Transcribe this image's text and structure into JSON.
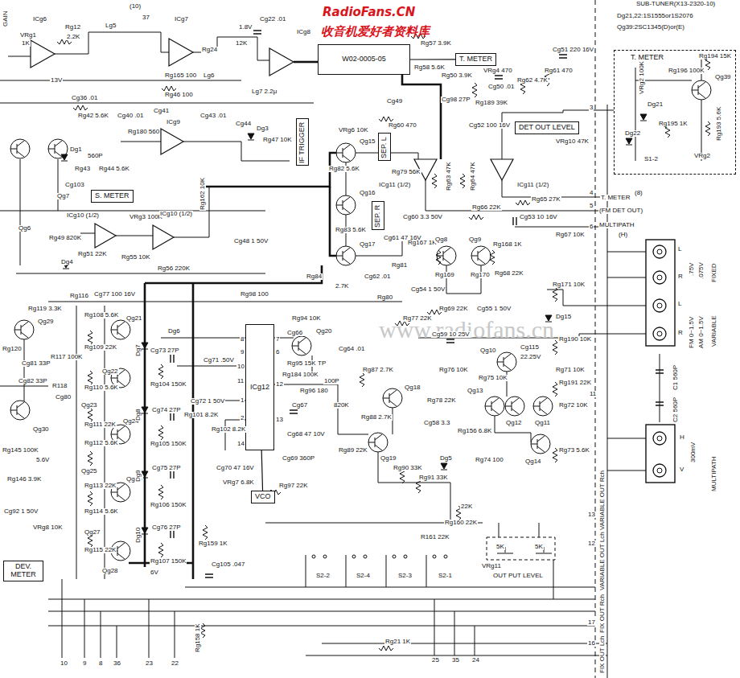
{
  "diagram": {
    "nodes": [
      {
        "text": [
          "W02-0005-05"
        ]
      },
      {
        "text": [
          "T. METER"
        ]
      },
      {
        "text": [
          "ICg12"
        ]
      },
      {
        "text": [
          "VCO"
        ]
      },
      {
        "text": [
          "S. METER"
        ]
      },
      {
        "text": [
          "DEV. METER"
        ]
      },
      {
        "text": [
          "T. METER"
        ]
      },
      {
        "text": [
          "DET OUT LEVEL"
        ]
      },
      {
        "text": [
          "IF TRIGGER"
        ]
      },
      {
        "text": [
          "SEP. L"
        ]
      },
      {
        "text": [
          "SEP. R"
        ]
      }
    ],
    "edges": [
      {
        "from": 0,
        "to": 6,
        "arrow": "none"
      },
      {
        "from": 3,
        "to": 2,
        "arrow": "none"
      }
    ],
    "labels": [
      "RadioFans.CN",
      "收音机爱好者资料库",
      "www.radiofans.cn",
      "SUB-TUNER(X13-2320-10)",
      "Dg21,22:1S1555or1S2076",
      "Qg39:2SC1345(D)or(E)",
      "GAIN",
      "VRg1",
      "1K",
      "ICg6",
      "Rg12",
      "2.2K",
      "Lg5",
      "(10)",
      "37",
      "ICg7",
      "12K",
      "1.8V",
      "Cg22 .01",
      "ICg8",
      "13V",
      "Lg6",
      "Rg24",
      "Rg165 100",
      "Lg7 2.2μ",
      "Rg46 100",
      "Cg36 .01",
      "Rg42 5.6K",
      "Cg40 .01",
      "Cg41",
      "ICg9",
      "Cg43 .01",
      "Cg44",
      "Dg3",
      "Rg47 10K",
      "Dg1",
      "560P",
      "Rg43",
      "Rg44 5.6K",
      "Rg180 560",
      "Qg7",
      "Qg6",
      "Cg103",
      "ICg10 (1/2)",
      "VRg3 100K",
      "Rg49 820K",
      "Rg51 22K",
      "Rg55 10K",
      "ICg10 (1/2)",
      "Rg162 10K",
      "Rg56 220K",
      "Cg48 1 50V",
      "Dg4",
      "Rg116",
      "Cg77 100 16V",
      "Rg98 100",
      "Qg29",
      "Qg21",
      "Rg119 3.3K",
      "Rg108 5.6K",
      "Rg109 22K",
      "Qg22",
      "Rg110 5.6K",
      "Qg23",
      "Rg111 22K",
      "Qg24",
      "Rg112 5.6K",
      "Qg25",
      "Rg113 22K",
      "Qg26",
      "Rg114 5.6K",
      "Qg27",
      "Rg115 22K",
      "Qg28",
      "Dg7",
      "Dg8",
      "Dg9",
      "Dg10",
      "Dg6",
      "Cg73 27P",
      "Rg104 150K",
      "Cg74 27P",
      "Rg105 150K",
      "Cg75 27P",
      "Rg106 150K",
      "Cg76 27P",
      "Rg107 150K",
      "6V",
      "Cg71 .50V",
      "Cg72 1 50V",
      "Rg101 8.2K",
      "Rg102 8.2K",
      "Qg30",
      "Cg80",
      "Cg81 33P",
      "R117 100K",
      "Cg82 33P",
      "R118",
      "Rg120",
      "5.6V",
      "Rg145 100K",
      "Rg146 3.9K",
      "Cg92 1 50V",
      "VRg8 10K",
      "Rg94 10K",
      "Qg20",
      "Cg66",
      "Rg95 15K",
      "Rg184 100K",
      "TP",
      "Cg64 .01",
      "Rg96 180",
      "Cg67",
      "Cg68 47 10V",
      "Rg87 2.7K",
      "Qg18",
      "Rg88 2.7K",
      "Rg89 22K",
      "Qg19",
      "820K",
      "100P",
      "Rg90 33K",
      "Rg91 33K",
      "Cg69 360P",
      "Cg70 47 16V",
      "VRg7 6.8K",
      "Rg97 22K",
      "Rg159 1K",
      "Cg105 .047",
      "S2-2",
      "S2-4",
      "S2-3",
      "S2-1",
      "R161 22K",
      "Rg160 22K",
      "22K",
      "Rg158 1K",
      "Rg21 1K",
      "10",
      "9",
      "8",
      "36",
      "23",
      "22",
      "25",
      "35",
      "24",
      "Qg15",
      "Rg82 5.6K",
      "VRg6 10K",
      "Rg79 56K",
      "Qg16",
      "Rg83 5.6K",
      "Qg17",
      "Rg84",
      "2.7K",
      "Cg62 .01",
      "Rg81",
      "Cg61 47 16V",
      "Rg60 470",
      "Rg57 3.9K",
      "Rg58 5.6K",
      "VRg4 470",
      "Rg50 3.9K",
      "Rg189 39K",
      "Cg50 .01",
      "Cg98 27P",
      "Cg49",
      "Rg62 4.7K",
      "Rg61 470",
      "Cg51 220 16V",
      "Cg52 100 16V",
      "VRg10 47K",
      "ICg11 (1/2)",
      "ICg11 (1/2)",
      "Rg63 47K",
      "Rg64 47K",
      "Rg65 27K",
      "Rg66 22K",
      "Cg60 3.3 50V",
      "Cg53 10 16V",
      "Rg67 10K",
      "Rg167 1K",
      "Qg8",
      "Qg9",
      "Rg168 1K",
      "Rg169",
      "Rg170",
      "Rg68 22K",
      "Cg54 1 50V",
      "Rg69 22K",
      "Cg55 1 50V",
      "Rg171 10K",
      "Dg15",
      "Rg77 22K",
      "Cg59 10 25V",
      "Rg80",
      "Qg10",
      "Cg115",
      "22.25V",
      "Rg190 10K",
      "Rg71 10K",
      "Rg76 10K",
      "Rg75 10K",
      "Qg13",
      "Qg12",
      "Qg11",
      "Rg72 10K",
      "Rg191 22K",
      "Rg73 5.6K",
      "Qg14",
      "Rg78 22K",
      "Cg58 3.3",
      "Dg5",
      "Rg156 6.8K",
      "Rg74 100",
      "3",
      "4",
      "5",
      "6",
      "T. METER",
      "(8)",
      "(FM DET OUT)",
      "MULTIPATH",
      "(H)",
      "11",
      "13",
      "12",
      "17",
      "16",
      "VARIABLE OUT Rch",
      "VARIABLE OUT Lch",
      "FIX OUT Rch",
      "FIX OUT Lch",
      "L",
      "R",
      "L",
      "R",
      "FIXED",
      ".75V",
      ".075V",
      "VARIABLE",
      "FM 0~1.5V",
      "AM 0~1.5V",
      "C1 560P",
      "C2 560P",
      "H",
      "V",
      "MULTIPATH",
      "300mV",
      "5K",
      "5K",
      "VRg11",
      "OUT PUT LEVEL",
      "VRg2 100K",
      "Rg196 100K",
      "Rg194 15K",
      "Qg39",
      "Dg21",
      "Dg22",
      "Rg195 1K",
      "Rg193 5.6K",
      "S1-2",
      "VRg2",
      "8",
      "9",
      "10",
      "11",
      "1",
      "2",
      "14",
      "7",
      "6",
      "12",
      "13"
    ]
  }
}
